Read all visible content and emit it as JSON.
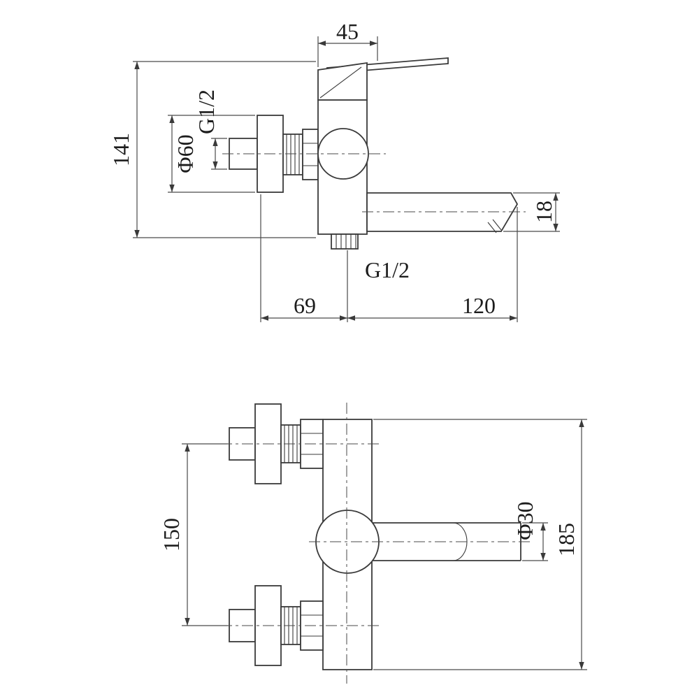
{
  "drawing": {
    "kind": "technical drawing - wall-mounted mixer faucet, two orthographic views",
    "colors": {
      "line": "#3a3a3a",
      "background": "#ffffff"
    },
    "views": {
      "side": {
        "dims": {
          "top_width": "45",
          "height": "141",
          "escutcheon_dia": "Φ60",
          "inlet_thread": "G1/2",
          "spout_end": "18",
          "outlet_thread": "G1/2",
          "wall_to_center": "69",
          "center_to_spout": "120"
        }
      },
      "front": {
        "dims": {
          "inlet_spacing": "150",
          "handle_dia": "Φ30",
          "height": "185"
        }
      }
    }
  }
}
